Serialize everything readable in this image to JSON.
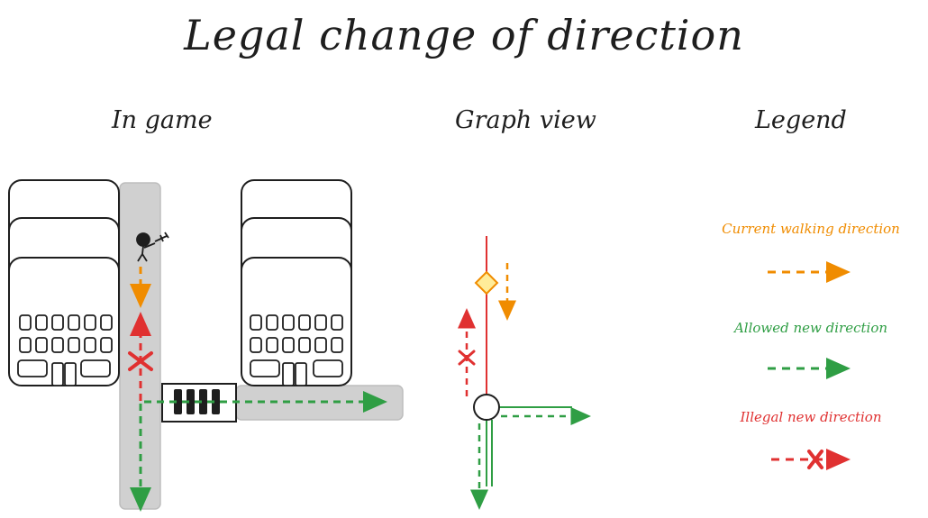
{
  "title": "Legal change of direction",
  "headings": {
    "in_game": "In game",
    "graph_view": "Graph view",
    "legend": "Legend"
  },
  "legend": {
    "current": {
      "label": "Current walking direction",
      "color": "#f08c00"
    },
    "allowed": {
      "label": "Allowed new direction",
      "color": "#2f9e44"
    },
    "illegal": {
      "label": "Illegal new direction",
      "color": "#e03131"
    }
  },
  "colors": {
    "ink": "#1e1e1e",
    "road": "#d0d0d0",
    "node_diamond": "#ffec99",
    "graph_edge_current": "#e03131",
    "graph_edge_allowed": "#2f9e44"
  }
}
